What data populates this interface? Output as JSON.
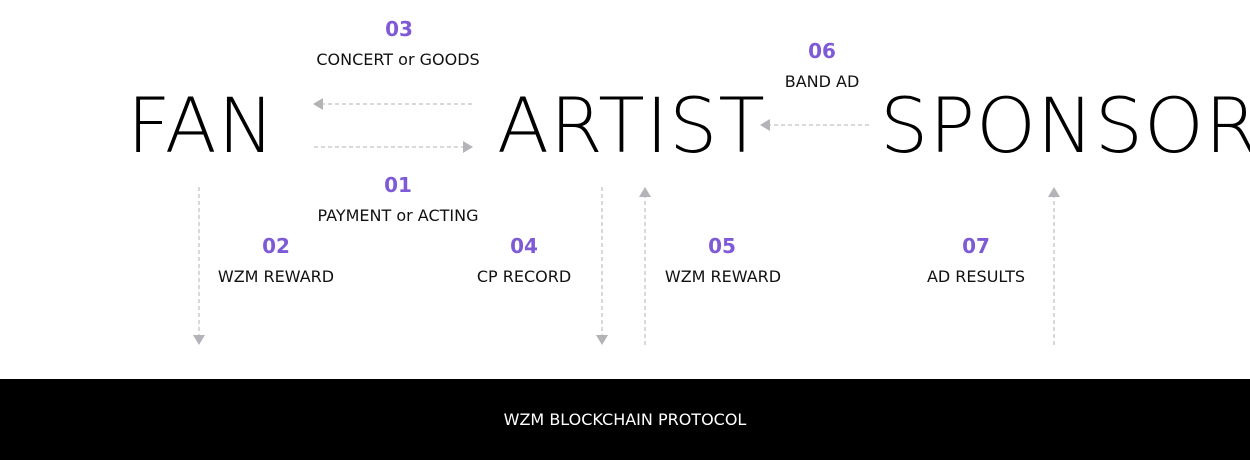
{
  "entities": {
    "fan": "FAN",
    "artist": "ARTIST",
    "sponsor": "SPONSOR"
  },
  "flows": [
    {
      "number": "01",
      "label": "PAYMENT or ACTING"
    },
    {
      "number": "02",
      "label": "WZM REWARD"
    },
    {
      "number": "03",
      "label": "CONCERT or GOODS"
    },
    {
      "number": "04",
      "label": "CP RECORD"
    },
    {
      "number": "05",
      "label": "WZM REWARD"
    },
    {
      "number": "06",
      "label": "BAND AD"
    },
    {
      "number": "07",
      "label": "AD RESULTS"
    }
  ],
  "footer": {
    "label": "WZM BLOCKCHAIN PROTOCOL"
  },
  "colors": {
    "accent": "#7e5ad6",
    "arrow": "#b3b3b8",
    "footer_bg": "#000000"
  }
}
